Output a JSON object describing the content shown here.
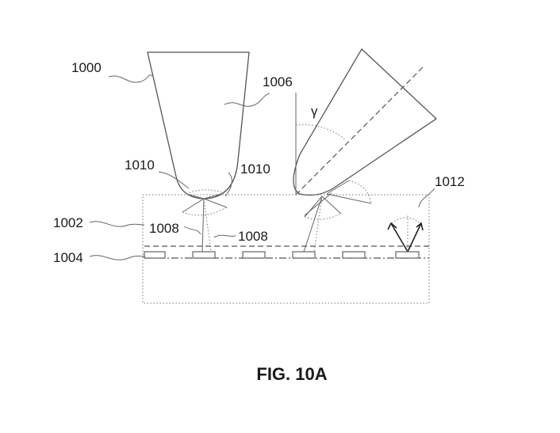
{
  "labels": {
    "stylus_tip": "1000",
    "cover_layer": "1002",
    "electrode_row": "1004",
    "stylus_body": "1006",
    "beam_left": "1008",
    "beam_right": "1008",
    "emission_left": "1010",
    "emission_right": "1010",
    "reflection": "1012",
    "tilt_angle": "γ"
  },
  "caption": "FIG. 10A",
  "colors": {
    "line": "#555555",
    "text": "#1a1a1a",
    "background": "#ffffff"
  }
}
